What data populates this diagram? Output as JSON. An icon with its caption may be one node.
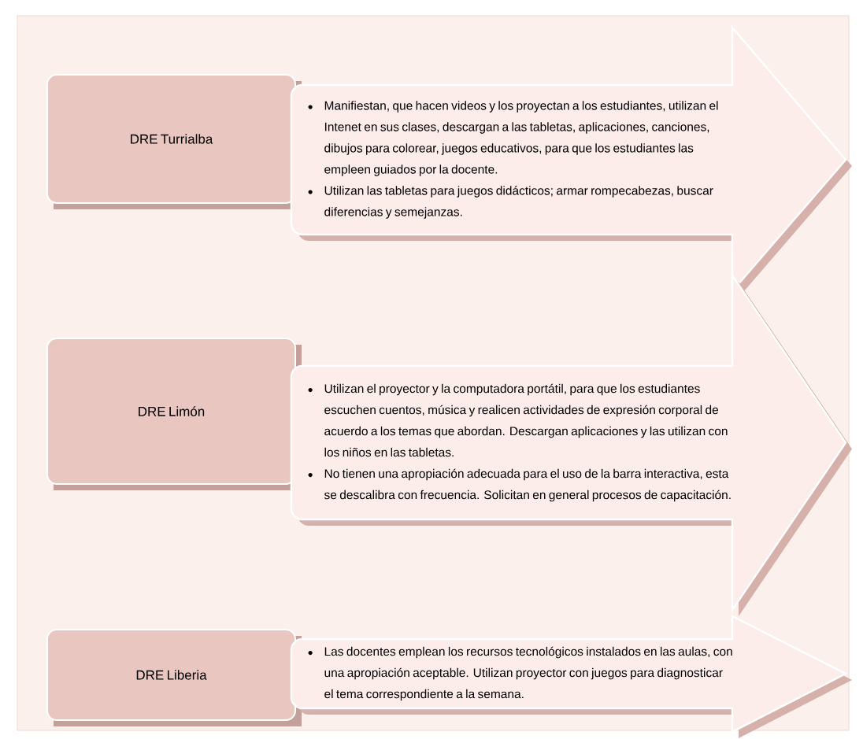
{
  "diagram": {
    "nodes": [
      {
        "text": [
          "DRE Turrialba"
        ]
      },
      {
        "text": [
          "Manifiestan, que hacen videos y los proyectan a los estudiantes, utilizan el Intenet en sus clases, descargan a las tabletas, aplicaciones, canciones, dibujos para colorear, juegos educativos, para que los estudiantes las empleen guiados por la docente.",
          "Utilizan las tabletas para juegos didácticos; armar rompecabezas, buscar diferencias y semejanzas."
        ]
      },
      {
        "text": [
          "DRE Limón"
        ]
      },
      {
        "text": [
          "Utilizan el proyector y la computadora portátil, para que los estudiantes escuchen cuentos, música y realicen actividades de expresión corporal de acuerdo a los temas que abordan. Descargan aplicaciones y las utilizan con los niños en las tabletas.",
          "No tienen una apropiación adecuada para el uso de la barra interactiva, esta se descalibra con frecuencia. Solicitan en general procesos de capacitación."
        ]
      },
      {
        "text": [
          "DRE Liberia"
        ]
      },
      {
        "text": [
          "Las docentes emplean los recursos tecnológicos instalados en las aulas, con una apropiación aceptable. Utilizan proyector con juegos para diagnosticar el tema correspondiente a la semana."
        ]
      }
    ]
  }
}
